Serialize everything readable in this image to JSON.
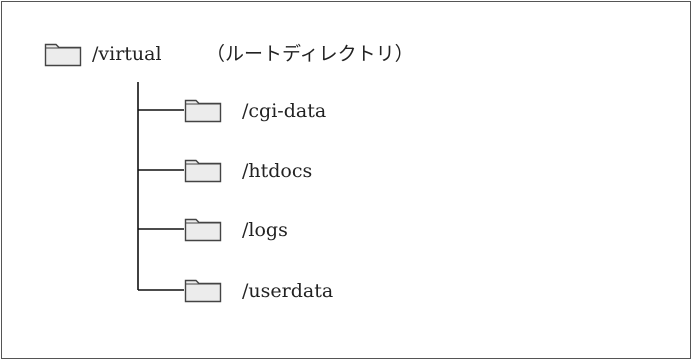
{
  "root": {
    "icon": "folder-icon",
    "label": "/virtual",
    "note": "（ルートディレクトリ）"
  },
  "children": [
    {
      "icon": "folder-icon",
      "label": "/cgi-data"
    },
    {
      "icon": "folder-icon",
      "label": "/htdocs"
    },
    {
      "icon": "folder-icon",
      "label": "/logs"
    },
    {
      "icon": "folder-icon",
      "label": "/userdata"
    }
  ],
  "colors": {
    "folder_fill": "#ececec",
    "folder_stroke": "#444444",
    "line": "#111111",
    "border": "#555555"
  }
}
